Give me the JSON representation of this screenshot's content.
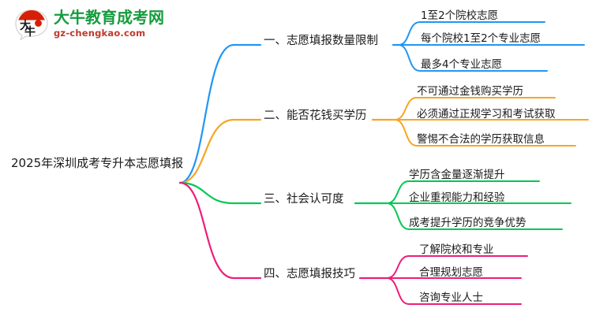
{
  "logo": {
    "mark_text": "大牛",
    "brand_cn": "大牛教育成考网",
    "brand_en": "gz-chengkao.com",
    "brand_cn_color": "#169c3f",
    "brand_en_color": "#c0392b",
    "mark_color": "#d81e06"
  },
  "mindmap": {
    "root": "2025年深圳成考专升本志愿填报",
    "branches": [
      {
        "label": "一、志愿填报数量限制",
        "color": "#2196f3",
        "leaves": [
          "1至2个院校志愿",
          "每个院校1至2个专业志愿",
          "最多4个专业志愿"
        ]
      },
      {
        "label": "二、能否花钱买学历",
        "color": "#f5a623",
        "leaves": [
          "不可通过金钱购买学历",
          "必须通过正规学习和考试获取",
          "警惕不合法的学历获取信息"
        ]
      },
      {
        "label": "三、社会认可度",
        "color": "#00c853",
        "leaves": [
          "学历含金量逐渐提升",
          "企业重视能力和经验",
          "成考提升学历的竞争优势"
        ]
      },
      {
        "label": "四、志愿填报技巧",
        "color": "#ec1e79",
        "leaves": [
          "了解院校和专业",
          "合理规划志愿",
          "咨询专业人士"
        ]
      }
    ]
  }
}
